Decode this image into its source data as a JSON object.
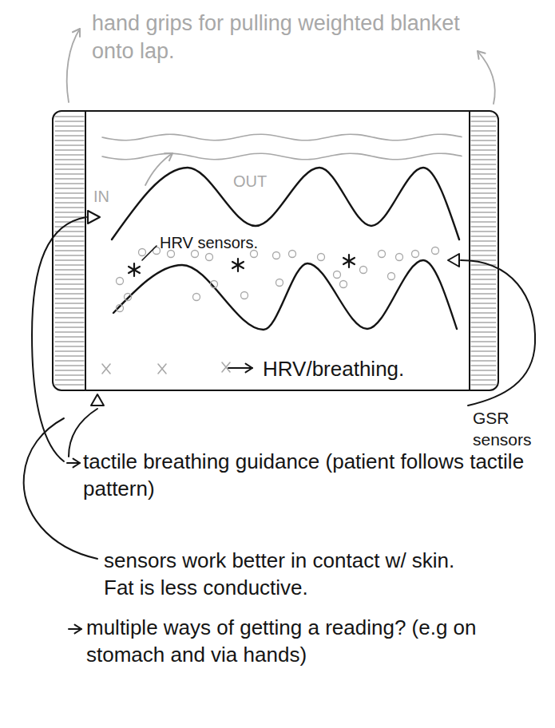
{
  "diagram": {
    "nodes": [
      {
        "text": [
          "IN",
          "OUT",
          "HRV sensors.",
          "HRV/breathing."
        ]
      }
    ],
    "labels": [
      "hand grips for pulling weighted blanket onto lap.",
      "GSR sensors",
      "tactile breathing guidance (patient follows tactile pattern)",
      "sensors work better in contact w/ skin. Fat is less conductive.",
      "multiple ways of getting a reading? (e.g on stomach and via hands)"
    ]
  }
}
